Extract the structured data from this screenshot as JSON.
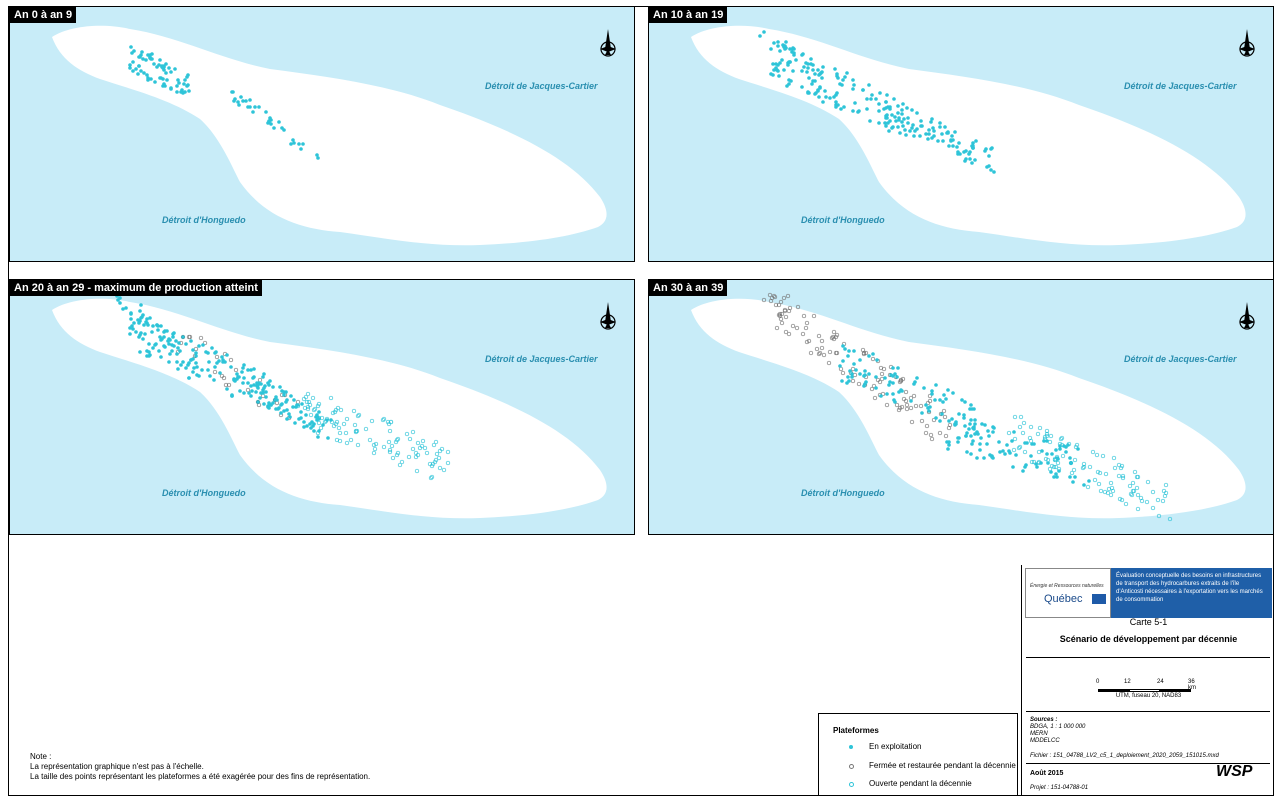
{
  "panels": [
    {
      "title": "An 0 à an 9",
      "label_north": "Détroit de Jacques-Cartier",
      "label_south": "Détroit d'Honguedo"
    },
    {
      "title": "An 10 à an 19",
      "label_north": "Détroit de Jacques-Cartier",
      "label_south": "Détroit d'Honguedo"
    },
    {
      "title": "An 20 à an 29  -  maximum de production atteint",
      "label_north": "Détroit de Jacques-Cartier",
      "label_south": "Détroit d'Honguedo"
    },
    {
      "title": "An 30 à an 39",
      "label_north": "Détroit de Jacques-Cartier",
      "label_south": "Détroit d'Honguedo"
    }
  ],
  "colors": {
    "water": "#c8ecf8",
    "land": "#ffffff",
    "exploitation": "#2ec4d8",
    "fermee": "#777777",
    "ouverte": "#2ec4d8"
  },
  "note": {
    "heading": "Note :",
    "line1": "La représentation graphique n'est pas à l'échelle.",
    "line2": "La taille des points représentant les plateformes a été exagérée pour des fins de représentation."
  },
  "legend": {
    "title": "Plateformes",
    "items": [
      "En exploitation",
      "Fermée et restaurée pendant la décennie",
      "Ouverte pendant la décennie"
    ]
  },
  "titleblock": {
    "gov": "Énergie et Ressources naturelles",
    "quebec": "Québec",
    "description": "Évaluation conceptuelle des besoins en infrastructures de transport des hydrocarbures extraits de l'île d'Anticosti nécessaires à l'exportation vers les marchés de consommation",
    "carte": "Carte 5-1",
    "subtitle": "Scénario de développement par décennie",
    "scale_labels": [
      "0",
      "12",
      "24",
      "36 km"
    ],
    "utm": "UTM, fuseau 20, NAD83",
    "sources_heading": "Sources :",
    "sources": [
      "BDGA, 1 : 1 000 000",
      "MERN",
      "MDDELCC"
    ],
    "fichier": "Fichier : 151_04788_LV2_c5_1_deploiement_2020_2059_151015.mxd",
    "date": "Août 2015",
    "projet": "Projet : 151-04788-01",
    "logo": "WSP"
  }
}
